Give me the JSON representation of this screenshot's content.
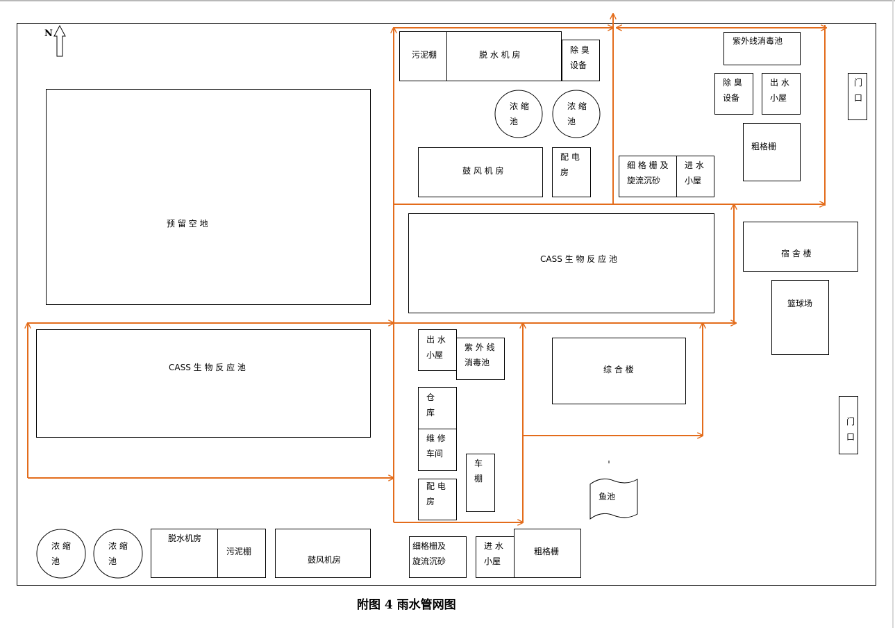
{
  "caption": "附图 4  雨水管网图",
  "north": "N",
  "colors": {
    "pipe": "#e36c1b",
    "outline": "#000000"
  },
  "labels": {
    "reserved_land": "预 留 空 地",
    "cass_left": "CASS 生 物 反 应 池",
    "cass_top": "CASS 生 物 反 应 池",
    "sludge_shed_top": "污泥棚",
    "dewater_top": "脱  水  机  房",
    "deodor_top": "除  臭\n设备",
    "thickener_1": "浓 缩\n池",
    "thickener_2": "浓 缩\n池",
    "blower_top": "鼓  风  机  房",
    "power_top": "配  电\n房",
    "uv_top": "紫外线消毒池",
    "deodor_right": "除  臭\n设备",
    "outlet_right": "出  水\n小屋",
    "gate_1": "门\n口",
    "coarse_right": "粗格栅",
    "fine_grit_right": "细 格 栅 及\n旋流沉砂",
    "inlet_right": "进  水\n小屋",
    "dormitory": "宿   舍   楼",
    "basketball": "篮球场",
    "gate_2": "门\n口",
    "outlet_mid": "出  水\n小屋",
    "uv_mid": "紫 外 线\n消毒池",
    "warehouse": "仓\n库",
    "repair": "维  修\n车间",
    "power_mid": "配  电\n房",
    "car_shed": "车\n棚",
    "office": "综  合  楼",
    "fish_pond": "鱼池",
    "thickener_3": "浓 缩\n池",
    "thickener_4": "浓 缩\n池",
    "dewater_bottom": "脱水机房",
    "sludge_shed_bottom": "污泥棚",
    "blower_bottom": "鼓风机房",
    "fine_grit_bottom": "细格栅及\n旋流沉砂",
    "inlet_bottom": "进  水\n小屋",
    "coarse_bottom": "粗格栅"
  }
}
